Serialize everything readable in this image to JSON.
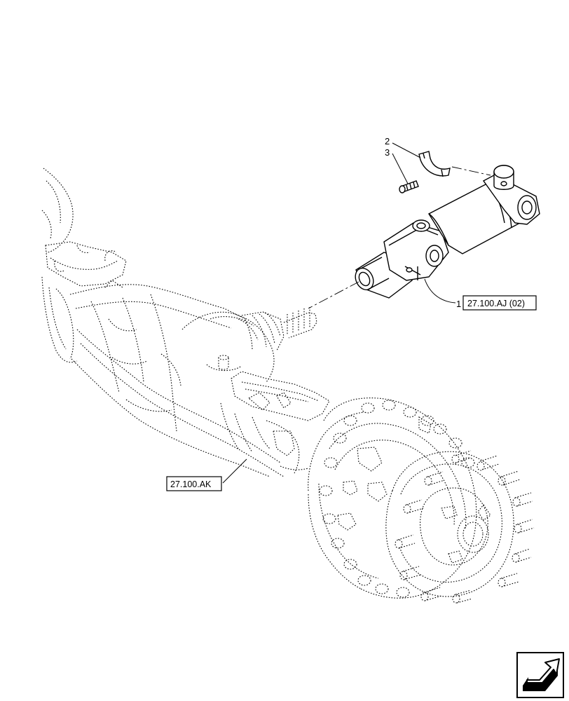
{
  "callouts": [
    {
      "number": "1",
      "reference": "27.100.AJ (02)"
    },
    {
      "number": "2"
    },
    {
      "number": "3"
    }
  ],
  "references": {
    "axle_housing": "27.100.AK"
  },
  "icons": {
    "nav": "next-page-arrow-icon"
  }
}
